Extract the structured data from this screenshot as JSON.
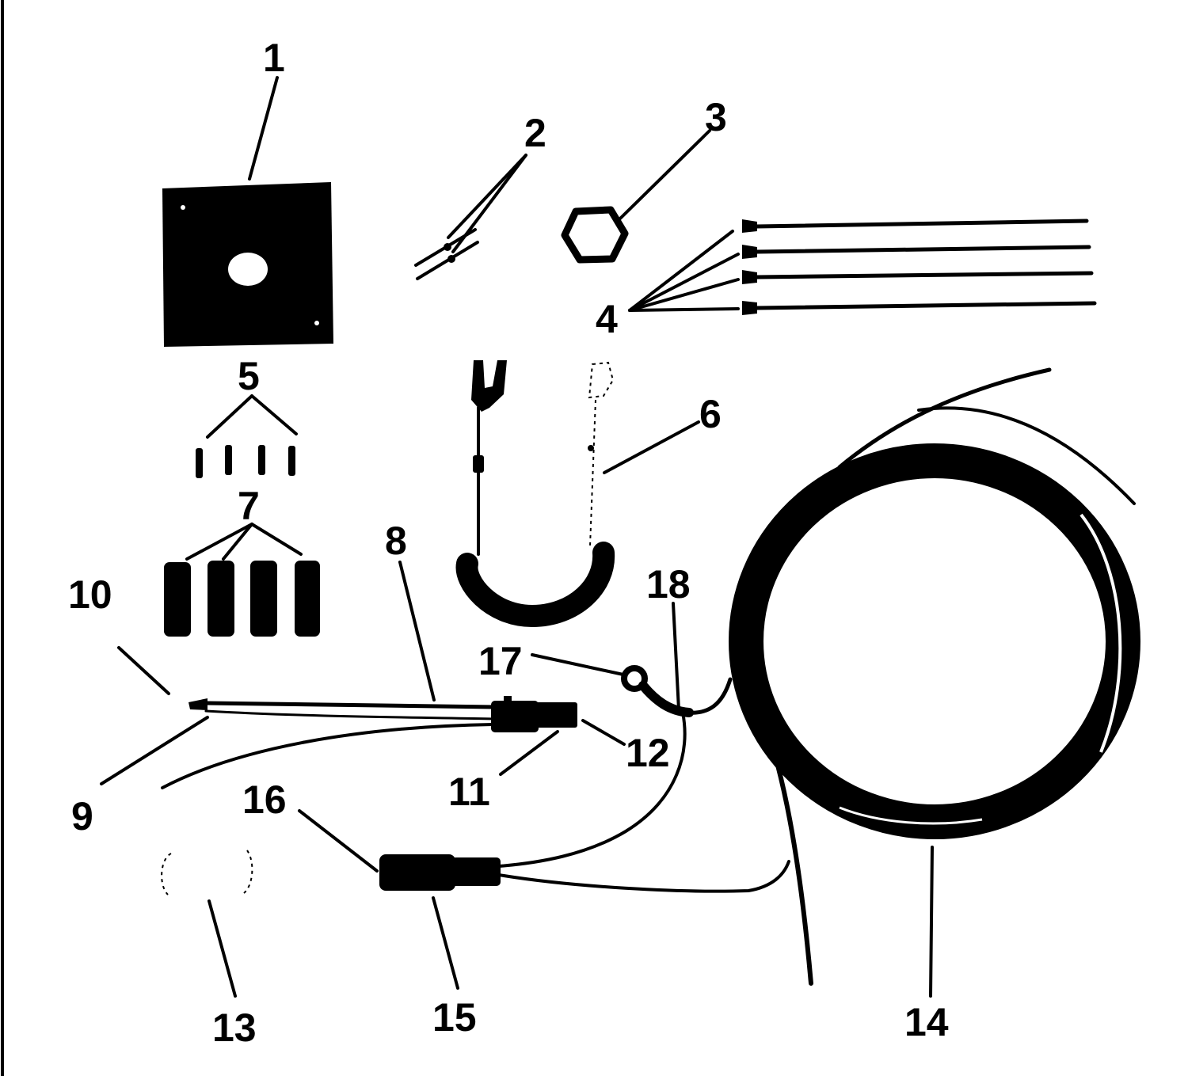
{
  "diagram": {
    "ink_color": "#000000",
    "background_color": "#ffffff",
    "callouts": {
      "c1": "1",
      "c2": "2",
      "c3": "3",
      "c4": "4",
      "c5": "5",
      "c6": "6",
      "c7": "7",
      "c8": "8",
      "c9": "9",
      "c10": "10",
      "c11": "11",
      "c12": "12",
      "c13": "13",
      "c14": "14",
      "c15": "15",
      "c16": "16",
      "c17": "17",
      "c18": "18"
    }
  }
}
